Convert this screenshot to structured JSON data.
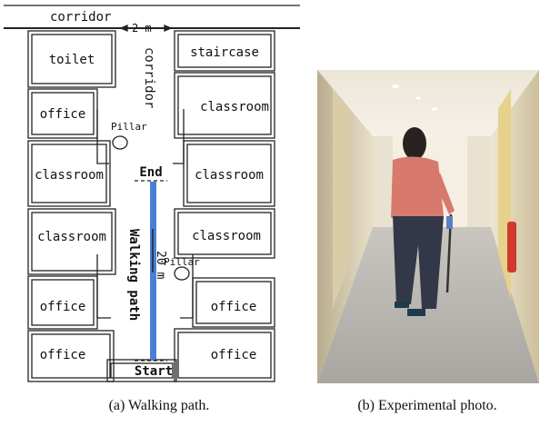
{
  "floor_plan": {
    "corridor_top": "corridor",
    "corridor_width": "2 m",
    "corridor_vertical": "corridor",
    "rooms_left": [
      "toilet",
      "office",
      "classroom",
      "classroom",
      "office",
      "office"
    ],
    "rooms_right": [
      "staircase",
      "classroom",
      "classroom",
      "classroom",
      "office",
      "office"
    ],
    "pillar_top": "Pillar",
    "pillar_bottom": "Pillar",
    "end_label": "End",
    "start_label": "Start",
    "path_label": "Walking path",
    "path_length": "20 m",
    "path_color": "#4a7fd6"
  },
  "captions": {
    "a": "(a) Walking path.",
    "b": "(b) Experimental photo."
  }
}
